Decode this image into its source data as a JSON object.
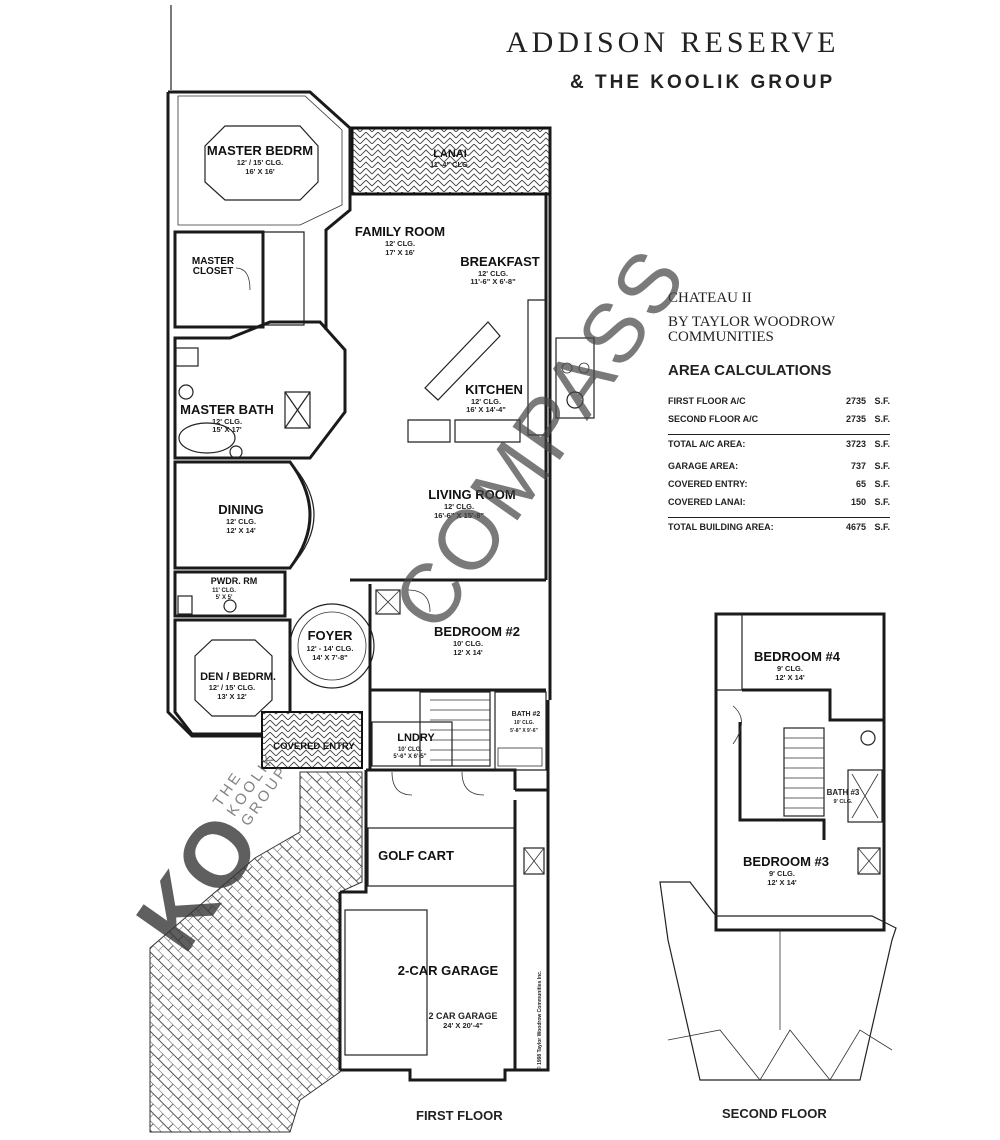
{
  "header": {
    "brand_title": "ADDISON RESERVE",
    "brand_subtitle": "& THE KOOLIK GROUP"
  },
  "model": {
    "name": "CHATEAU II",
    "builder": "BY TAYLOR WOODROW COMMUNITIES"
  },
  "area_calculations": {
    "heading": "AREA CALCULATIONS",
    "rows": [
      {
        "label": "FIRST FLOOR A/C",
        "value": "2735",
        "unit": "S.F."
      },
      {
        "label": "SECOND FLOOR A/C",
        "value": "2735",
        "unit": "S.F."
      },
      {
        "label": "TOTAL A/C AREA:",
        "value": "3723",
        "unit": "S.F."
      },
      {
        "label": "GARAGE AREA:",
        "value": "737",
        "unit": "S.F."
      },
      {
        "label": "COVERED ENTRY:",
        "value": "65",
        "unit": "S.F."
      },
      {
        "label": "COVERED LANAI:",
        "value": "150",
        "unit": "S.F."
      },
      {
        "label": "TOTAL BUILDING AREA:",
        "value": "4675",
        "unit": "S.F."
      }
    ]
  },
  "first_floor": {
    "caption": "FIRST FLOOR",
    "rooms": {
      "master_bedrm": {
        "name": "MASTER BEDRM",
        "clg": "12' / 15' CLG.",
        "dim": "16' X 16'"
      },
      "lanai": {
        "name": "LANAI",
        "clg": "11'-4\" CLG."
      },
      "family_room": {
        "name": "FAMILY ROOM",
        "clg": "12' CLG.",
        "dim": "17' X 16'"
      },
      "breakfast": {
        "name": "BREAKFAST",
        "clg": "12' CLG.",
        "dim": "11'-6\" X 6'-8\""
      },
      "master_closet_1": {
        "name": "MASTER"
      },
      "master_closet_2": {
        "name": "CLOSET"
      },
      "kitchen": {
        "name": "KITCHEN",
        "clg": "12' CLG.",
        "dim": "16' X 14'-4\""
      },
      "master_bath": {
        "name": "MASTER BATH",
        "clg": "12' CLG.",
        "dim": "15' X 17'"
      },
      "dining": {
        "name": "DINING",
        "clg": "12' CLG.",
        "dim": "12' X 14'"
      },
      "living_room": {
        "name": "LIVING ROOM",
        "clg": "12' CLG.",
        "dim": "16'-6\" X 15'-8\""
      },
      "pwdr_rm": {
        "name": "PWDR. RM",
        "clg": "11' CLG.",
        "dim": "5' X 5'"
      },
      "foyer": {
        "name": "FOYER",
        "clg": "12' - 14' CLG.",
        "dim": "14' X 7'-8\""
      },
      "bedroom_2": {
        "name": "BEDROOM #2",
        "clg": "10' CLG.",
        "dim": "12' X 14'"
      },
      "den_bedrm": {
        "name": "DEN / BEDRM.",
        "clg": "12' / 15' CLG.",
        "dim": "13' X 12'"
      },
      "bath_2": {
        "name": "BATH #2",
        "clg": "10' CLG.",
        "dim": "5'-8\" X 9'-6\""
      },
      "covered_entry": {
        "name": "COVERED ENTRY"
      },
      "lndry": {
        "name": "LNDRY",
        "clg": "10' CLG.",
        "dim": "5'-6\" X 6'-5\""
      },
      "golf_cart": {
        "name": "GOLF CART"
      },
      "garage": {
        "name": "2-CAR GARAGE",
        "sub": "2 CAR GARAGE",
        "dim": "24' X 20'-4\""
      }
    },
    "copyright": "© 1998 Taylor Woodrow Communities Inc."
  },
  "second_floor": {
    "caption": "SECOND FLOOR",
    "rooms": {
      "bedroom_4": {
        "name": "BEDROOM #4",
        "clg": "9' CLG.",
        "dim": "12' X 14'"
      },
      "bath_3": {
        "name": "BATH #3",
        "clg": "9' CLG."
      },
      "bedroom_3": {
        "name": "BEDROOM #3",
        "clg": "9' CLG.",
        "dim": "12' X 14'"
      }
    }
  },
  "watermarks": {
    "compass": "COMPASS",
    "ko": "KO",
    "koolik_1": "THE",
    "koolik_2": "KOOLIK",
    "koolik_3": "GROUP"
  },
  "colors": {
    "line": "#1a1a1a",
    "watermark": "#464646",
    "background": "#ffffff"
  }
}
